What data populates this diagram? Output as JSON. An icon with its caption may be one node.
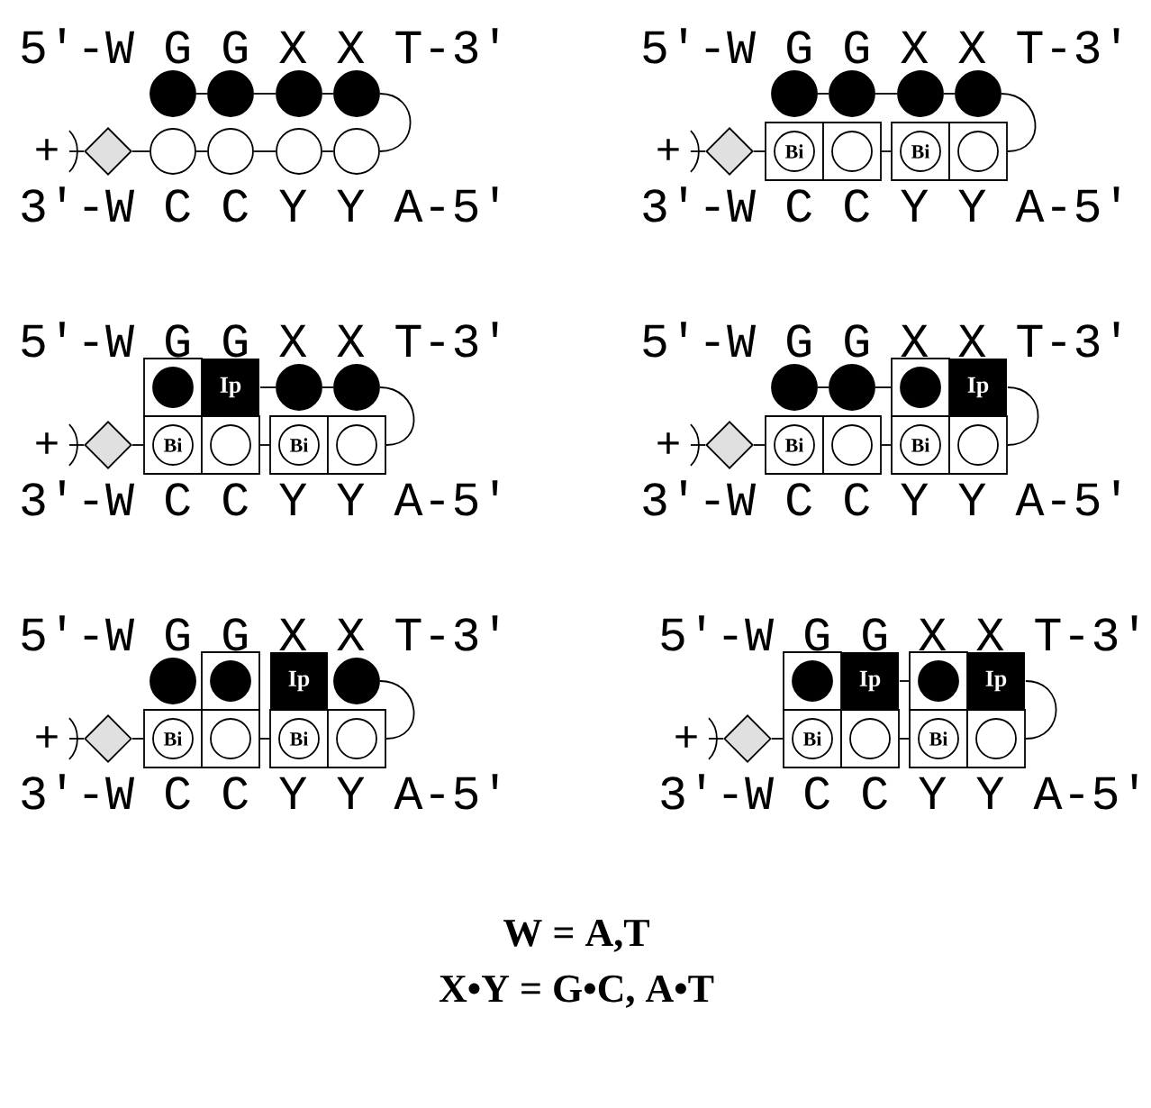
{
  "diagram": {
    "nodes": [
      {
        "text": [],
        "shape": "dot"
      },
      {
        "text": [],
        "shape": "dot"
      },
      {
        "text": [],
        "shape": "dot"
      },
      {
        "text": [],
        "shape": "dot"
      },
      {
        "text": [
          "+"
        ]
      },
      {
        "text": [],
        "shape": "diamond"
      },
      {
        "text": [],
        "shape": "circle"
      },
      {
        "text": [],
        "shape": "circle"
      },
      {
        "text": [],
        "shape": "circle"
      },
      {
        "text": [],
        "shape": "circle"
      },
      {
        "text": [],
        "shape": "dot"
      },
      {
        "text": [],
        "shape": "dot"
      },
      {
        "text": [],
        "shape": "dot"
      },
      {
        "text": [],
        "shape": "dot"
      },
      {
        "text": [
          "+"
        ]
      },
      {
        "text": [],
        "shape": "diamond"
      },
      {
        "text": [],
        "shape": "box"
      },
      {
        "text": [
          "Bi"
        ],
        "in": 16
      },
      {
        "text": [],
        "shape": "box"
      },
      {
        "text": [],
        "shape": "circle",
        "in": 18
      },
      {
        "text": [],
        "shape": "box"
      },
      {
        "text": [
          "Bi"
        ],
        "in": 20
      },
      {
        "text": [],
        "shape": "box"
      },
      {
        "text": [],
        "shape": "circle",
        "in": 22
      },
      {
        "text": [],
        "shape": "box"
      },
      {
        "text": [],
        "shape": "dot",
        "in": 24
      },
      {
        "text": [
          "Ip"
        ]
      },
      {
        "text": [],
        "shape": "dot"
      },
      {
        "text": [],
        "shape": "dot"
      },
      {
        "text": [
          "+"
        ]
      },
      {
        "text": [],
        "shape": "diamond"
      },
      {
        "text": [],
        "shape": "box"
      },
      {
        "text": [
          "Bi"
        ],
        "in": 31
      },
      {
        "text": [],
        "shape": "box"
      },
      {
        "text": [],
        "shape": "circle",
        "in": 33
      },
      {
        "text": [],
        "shape": "box"
      },
      {
        "text": [
          "Bi"
        ],
        "in": 35
      },
      {
        "text": [],
        "shape": "box"
      },
      {
        "text": [],
        "shape": "circle",
        "in": 37
      },
      {
        "text": [],
        "shape": "dot"
      },
      {
        "text": [],
        "shape": "dot"
      },
      {
        "text": [],
        "shape": "box"
      },
      {
        "text": [],
        "shape": "dot",
        "in": 41
      },
      {
        "text": [
          "Ip"
        ]
      },
      {
        "text": [
          "+"
        ]
      },
      {
        "text": [],
        "shape": "diamond"
      },
      {
        "text": [],
        "shape": "box"
      },
      {
        "text": [
          "Bi"
        ],
        "in": 46
      },
      {
        "text": [],
        "shape": "box"
      },
      {
        "text": [],
        "shape": "circle",
        "in": 48
      },
      {
        "text": [],
        "shape": "box"
      },
      {
        "text": [
          "Bi"
        ],
        "in": 50
      },
      {
        "text": [],
        "shape": "box"
      },
      {
        "text": [],
        "shape": "circle",
        "in": 52
      },
      {
        "text": [],
        "shape": "dot"
      },
      {
        "text": [],
        "shape": "box"
      },
      {
        "text": [],
        "shape": "dot",
        "in": 55
      },
      {
        "text": [
          "Ip"
        ]
      },
      {
        "text": [],
        "shape": "dot"
      },
      {
        "text": [
          "+"
        ]
      },
      {
        "text": [],
        "shape": "diamond"
      },
      {
        "text": [],
        "shape": "box"
      },
      {
        "text": [
          "Bi"
        ],
        "in": 61
      },
      {
        "text": [],
        "shape": "box"
      },
      {
        "text": [],
        "shape": "circle",
        "in": 63
      },
      {
        "text": [],
        "shape": "box"
      },
      {
        "text": [
          "Bi"
        ],
        "in": 65
      },
      {
        "text": [],
        "shape": "box"
      },
      {
        "text": [],
        "shape": "circle",
        "in": 67
      },
      {
        "text": [],
        "shape": "box"
      },
      {
        "text": [],
        "shape": "dot",
        "in": 69
      },
      {
        "text": [
          "Ip"
        ]
      },
      {
        "text": [],
        "shape": "box"
      },
      {
        "text": [],
        "shape": "dot",
        "in": 72
      },
      {
        "text": [
          "Ip"
        ]
      },
      {
        "text": [
          "+"
        ]
      },
      {
        "text": [],
        "shape": "diamond"
      },
      {
        "text": [],
        "shape": "box"
      },
      {
        "text": [
          "Bi"
        ],
        "in": 77
      },
      {
        "text": [],
        "shape": "box"
      },
      {
        "text": [],
        "shape": "circle",
        "in": 79
      },
      {
        "text": [],
        "shape": "box"
      },
      {
        "text": [
          "Bi"
        ],
        "in": 81
      },
      {
        "text": [],
        "shape": "box"
      },
      {
        "text": [],
        "shape": "circle",
        "in": 83
      }
    ],
    "edges": [
      {
        "from": 0,
        "to": 1,
        "arrow": "none"
      },
      {
        "from": 1,
        "to": 2,
        "arrow": "none"
      },
      {
        "from": 2,
        "to": 3,
        "arrow": "none"
      },
      {
        "from": 3,
        "to": 9,
        "arrow": "none"
      },
      {
        "from": 4,
        "to": 5,
        "arrow": "none"
      },
      {
        "from": 5,
        "to": 6,
        "arrow": "none"
      },
      {
        "from": 6,
        "to": 7,
        "arrow": "none"
      },
      {
        "from": 7,
        "to": 8,
        "arrow": "none"
      },
      {
        "from": 8,
        "to": 9,
        "arrow": "none"
      },
      {
        "from": 10,
        "to": 11,
        "arrow": "none"
      },
      {
        "from": 11,
        "to": 12,
        "arrow": "none"
      },
      {
        "from": 12,
        "to": 13,
        "arrow": "none"
      },
      {
        "from": 13,
        "to": 22,
        "arrow": "none"
      },
      {
        "from": 14,
        "to": 15,
        "arrow": "none"
      },
      {
        "from": 15,
        "to": 16,
        "arrow": "none"
      },
      {
        "from": 18,
        "to": 20,
        "arrow": "none"
      },
      {
        "from": 26,
        "to": 27,
        "arrow": "none"
      },
      {
        "from": 27,
        "to": 28,
        "arrow": "none"
      },
      {
        "from": 28,
        "to": 37,
        "arrow": "none"
      },
      {
        "from": 29,
        "to": 30,
        "arrow": "none"
      },
      {
        "from": 30,
        "to": 31,
        "arrow": "none"
      },
      {
        "from": 33,
        "to": 35,
        "arrow": "none"
      },
      {
        "from": 39,
        "to": 40,
        "arrow": "none"
      },
      {
        "from": 40,
        "to": 41,
        "arrow": "none"
      },
      {
        "from": 43,
        "to": 52,
        "arrow": "none"
      },
      {
        "from": 44,
        "to": 45,
        "arrow": "none"
      },
      {
        "from": 45,
        "to": 46,
        "arrow": "none"
      },
      {
        "from": 48,
        "to": 50,
        "arrow": "none"
      },
      {
        "from": 58,
        "to": 67,
        "arrow": "none"
      },
      {
        "from": 59,
        "to": 60,
        "arrow": "none"
      },
      {
        "from": 60,
        "to": 61,
        "arrow": "none"
      },
      {
        "from": 63,
        "to": 65,
        "arrow": "none"
      },
      {
        "from": 71,
        "to": 72,
        "arrow": "none"
      },
      {
        "from": 74,
        "to": 83,
        "arrow": "none"
      },
      {
        "from": 75,
        "to": 76,
        "arrow": "none"
      },
      {
        "from": 76,
        "to": 77,
        "arrow": "none"
      },
      {
        "from": 79,
        "to": 81,
        "arrow": "none"
      }
    ],
    "labels": [
      "5'-W G G X X T-3'",
      "3'-W C C Y Y A-5'",
      "5'-W G G X X T-3'",
      "3'-W C C Y Y A-5'",
      "5'-W G G X X T-3'",
      "3'-W C C Y Y A-5'",
      "5'-W G G X X T-3'",
      "3'-W C C Y Y A-5'",
      "5'-W G G X X T-3'",
      "3'-W C C Y Y A-5'",
      "5'-W G G X X T-3'",
      "3'-W C C Y Y A-5'",
      "W = A,T",
      "X•Y = G•C, A•T"
    ]
  }
}
